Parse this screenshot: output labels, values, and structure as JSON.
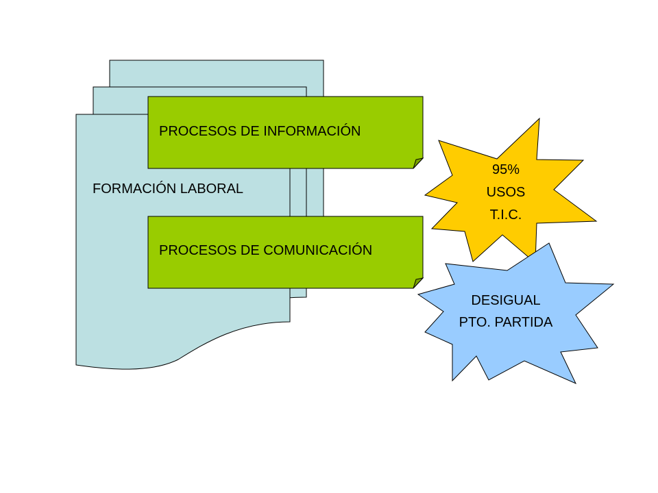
{
  "colors": {
    "document_fill": "#BCE0E2",
    "process_fill": "#99CC00",
    "star_yellow": "#FFCC00",
    "star_blue": "#99CCFF",
    "stroke": "#000000"
  },
  "document_stack": {
    "label": "FORMACIÓN LABORAL"
  },
  "processes": [
    {
      "label": "PROCESOS DE INFORMACIÓN"
    },
    {
      "label": "PROCESOS DE COMUNICACIÓN"
    }
  ],
  "star_tic": {
    "lines": [
      "95%",
      "USOS",
      "T.I.C."
    ]
  },
  "star_desigual": {
    "lines": [
      "DESIGUAL",
      "PTO. PARTIDA"
    ]
  }
}
